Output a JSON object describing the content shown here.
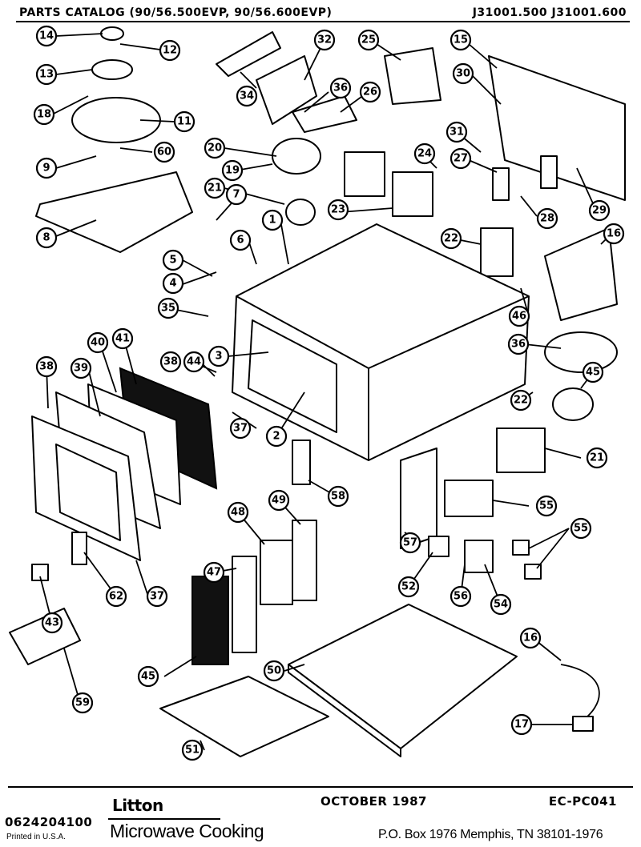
{
  "header": {
    "title": "PARTS CATALOG (90/56.500EVP, 90/56.600EVP)",
    "models": "J31001.500  J31001.600"
  },
  "callouts": [
    "14",
    "12",
    "13",
    "18",
    "11",
    "60",
    "9",
    "8",
    "34",
    "32",
    "36",
    "26",
    "25",
    "15",
    "30",
    "20",
    "19",
    "21",
    "7",
    "6",
    "5",
    "4",
    "1",
    "24",
    "27",
    "23",
    "31",
    "28",
    "29",
    "22",
    "16",
    "35",
    "46",
    "38",
    "44",
    "3",
    "37",
    "2",
    "40",
    "41",
    "39",
    "38",
    "36",
    "45",
    "21",
    "22",
    "58",
    "57",
    "55",
    "48",
    "49",
    "47",
    "62",
    "37",
    "43",
    "45",
    "59",
    "52",
    "56",
    "54",
    "55",
    "50",
    "16",
    "17",
    "51"
  ],
  "footer": {
    "brand": "Litton",
    "subtitle": "Microwave Cooking",
    "date": "OCTOBER 1987",
    "code": "EC-PC041",
    "part_number": "0624204100",
    "printed": "Printed in U.S.A.",
    "address": "P.O. Box 1976 Memphis, TN 38101-1976"
  }
}
